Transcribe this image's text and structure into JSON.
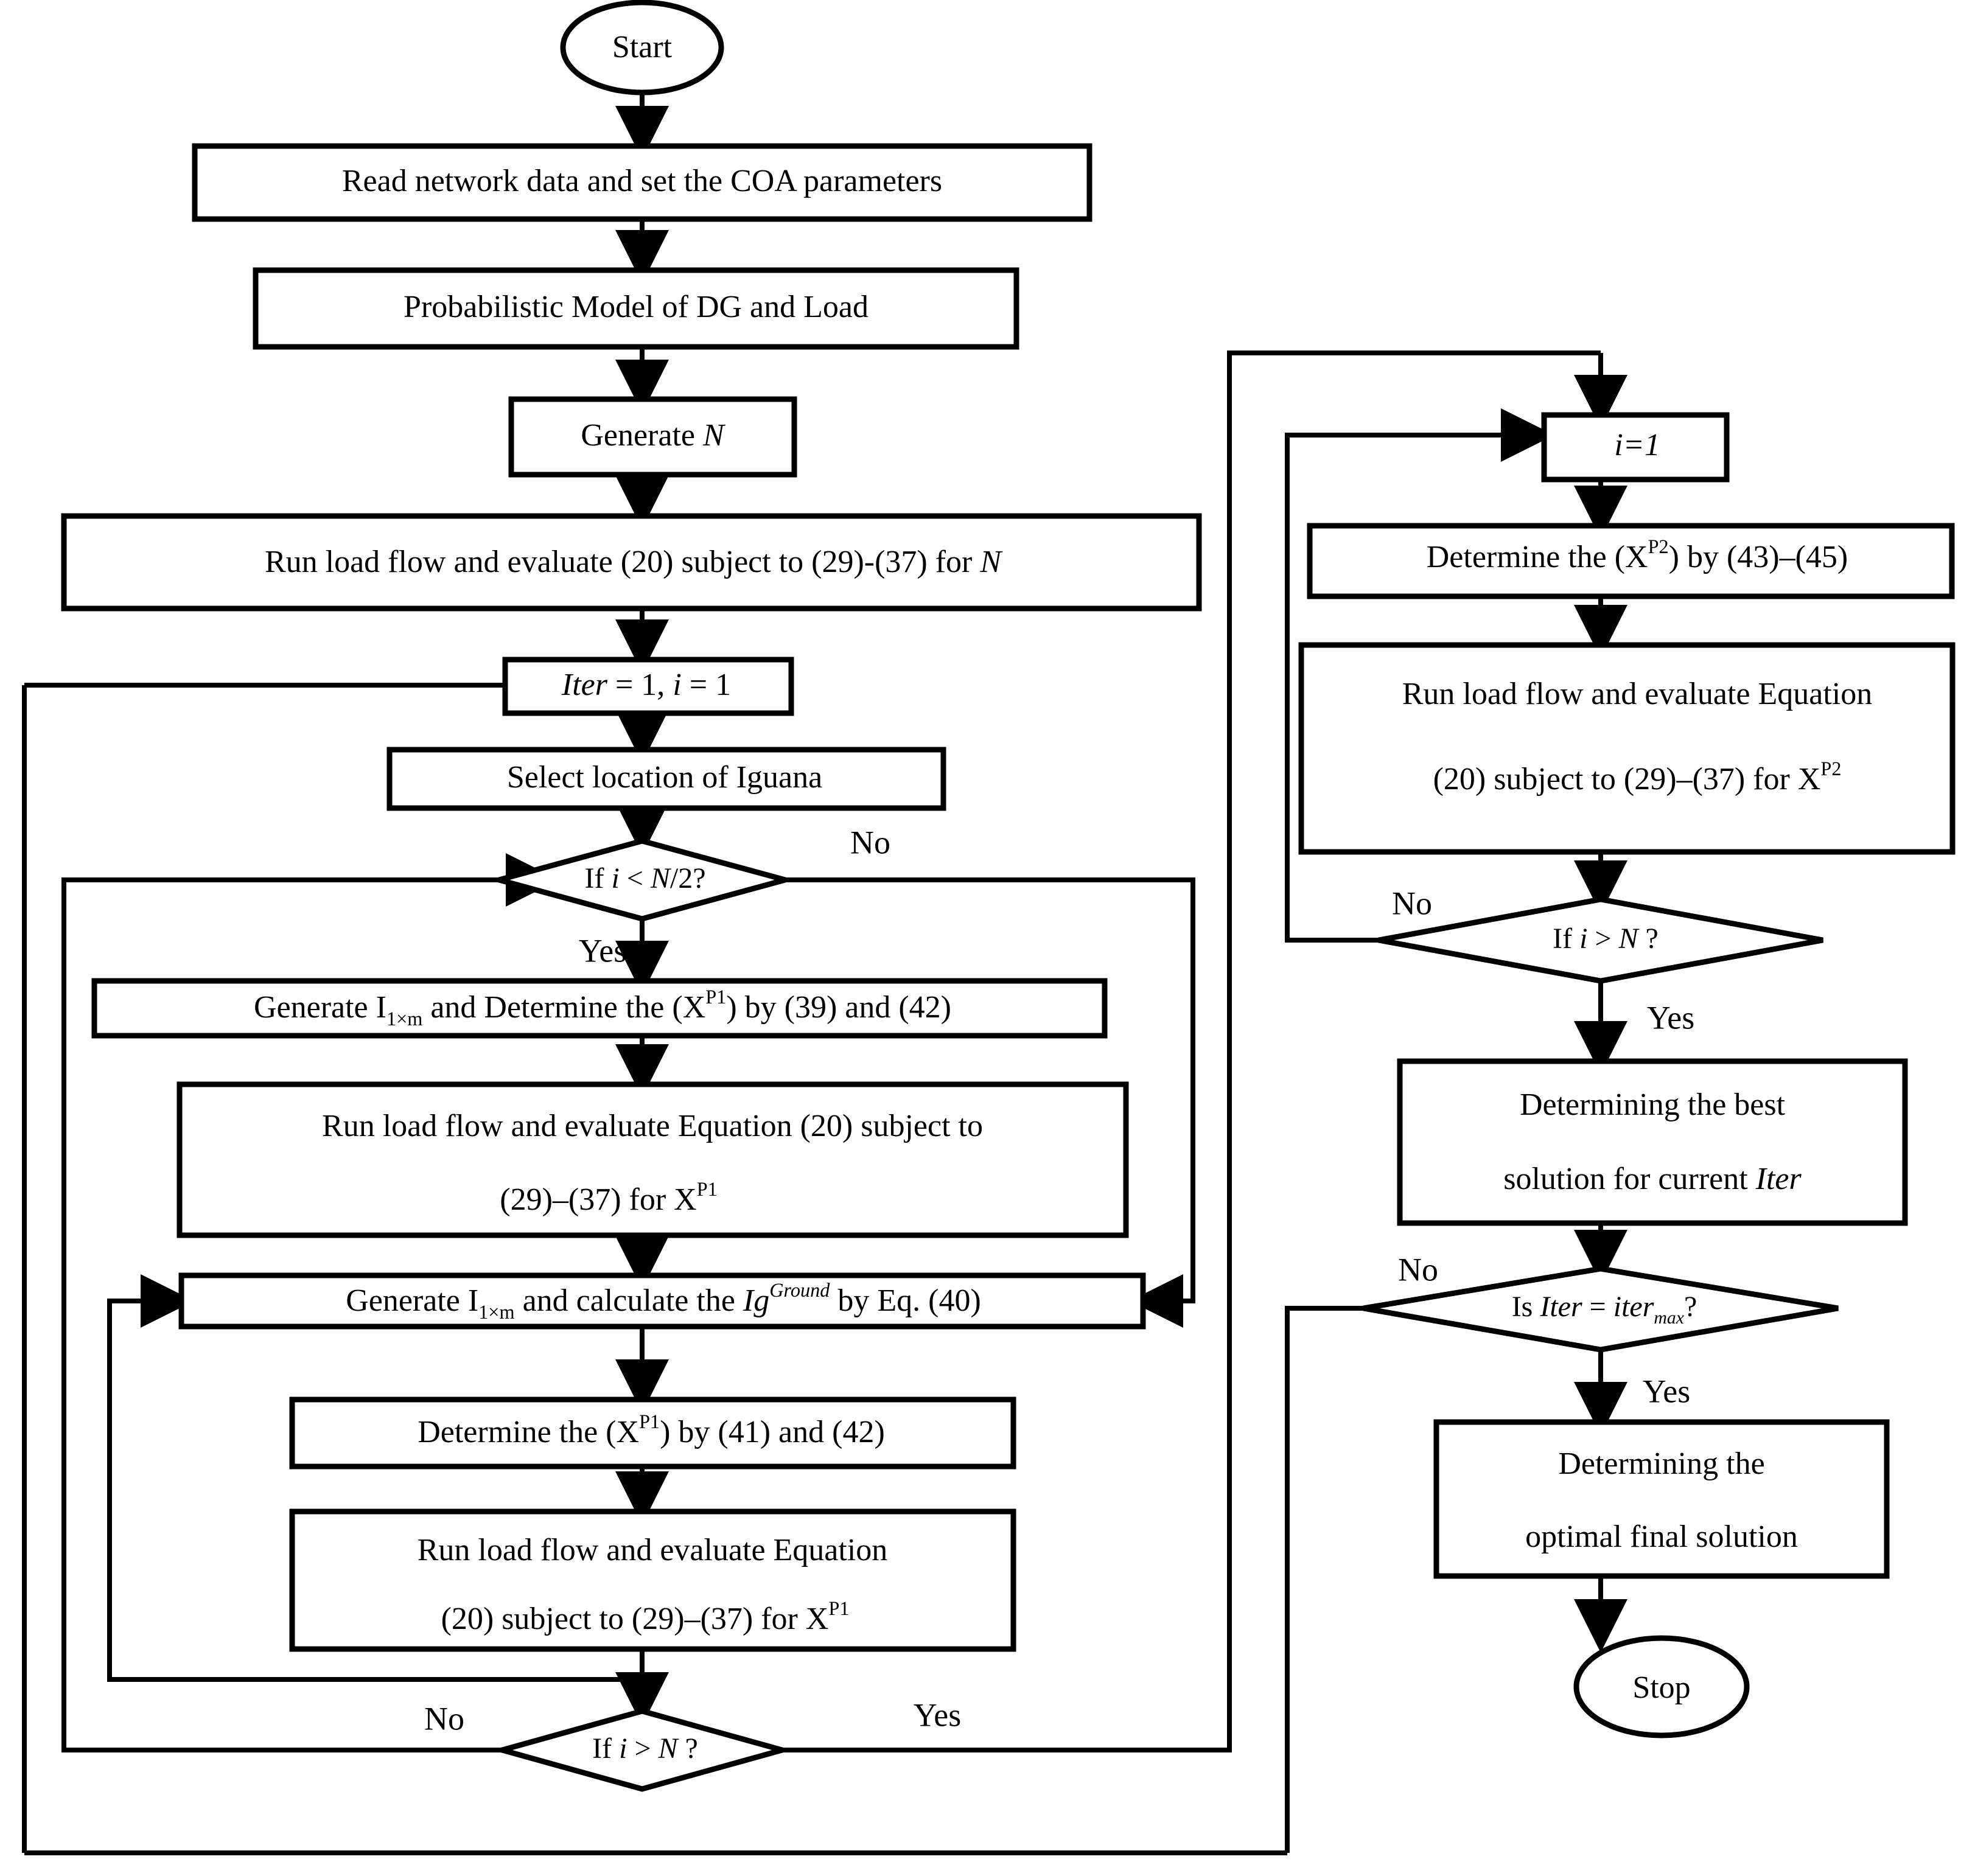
{
  "diagram": {
    "title": "COA optimization algorithm flowchart",
    "stroke_color": "#000000",
    "fill_color": "#ffffff",
    "background": "#ffffff"
  },
  "nodes": {
    "start": {
      "label": "Start",
      "shape": "ellipse"
    },
    "read_data": {
      "label": "Read network data and set the COA parameters",
      "shape": "rect"
    },
    "prob_model": {
      "label": "Probabilistic Model of DG and Load",
      "shape": "rect"
    },
    "generate_n": {
      "label_pre": "Generate ",
      "label_italic": "N",
      "shape": "rect"
    },
    "run_load_flow_n": {
      "label_pre": "Run load flow and evaluate (20) subject to (29)-(37) for ",
      "label_italic": "N",
      "shape": "rect"
    },
    "iter_init": {
      "label": "Iter = 1, i = 1",
      "shape": "rect"
    },
    "select_iguana": {
      "label": "Select location of Iguana",
      "shape": "rect"
    },
    "if_i_lt_n_half": {
      "label": "If i < N/2?",
      "shape": "diamond"
    },
    "generate_xp1_39_42": {
      "label": "Generate I1×m and Determine the (XP1) by (39) and (42)",
      "shape": "rect"
    },
    "run_load_flow_xp1_a": {
      "line1": "Run load flow and evaluate Equation (20) subject to",
      "line2": "(29)–(37) for XP1",
      "shape": "rect"
    },
    "generate_ig_ground": {
      "label": "Generate I1×m and calculate the IgGround by Eq. (40)",
      "shape": "rect"
    },
    "determine_xp1_41_42": {
      "label": "Determine the (XP1) by (41) and (42)",
      "shape": "rect"
    },
    "run_load_flow_xp1_b": {
      "line1": "Run load flow and evaluate Equation",
      "line2": "(20) subject to (29)–(37) for XP1",
      "shape": "rect"
    },
    "if_i_gt_n_left": {
      "label": "If i > N ?",
      "shape": "diamond"
    },
    "i_equals_1": {
      "label": "i=1",
      "shape": "rect"
    },
    "determine_xp2_43_45": {
      "label": "Determine the (XP2) by (43)–(45)",
      "shape": "rect"
    },
    "run_load_flow_xp2": {
      "line1": "Run load flow and evaluate Equation",
      "line2": "(20) subject to (29)–(37) for XP2",
      "shape": "rect"
    },
    "if_i_gt_n_right": {
      "label": "If i > N ?",
      "shape": "diamond"
    },
    "best_solution_iter": {
      "line1": "Determining the best",
      "line2": "solution for current Iter",
      "shape": "rect"
    },
    "is_iter_max": {
      "label": "Is Iter = itermax?",
      "shape": "diamond"
    },
    "optimal_final": {
      "line1": "Determining the",
      "line2": "optimal final solution",
      "shape": "rect"
    },
    "stop": {
      "label": "Stop",
      "shape": "ellipse"
    }
  },
  "edge_labels": {
    "no_1": "No",
    "yes_1": "Yes",
    "no_2": "No",
    "yes_2": "Yes",
    "no_3": "No",
    "yes_3": "Yes",
    "no_4": "No",
    "yes_4": "Yes"
  }
}
